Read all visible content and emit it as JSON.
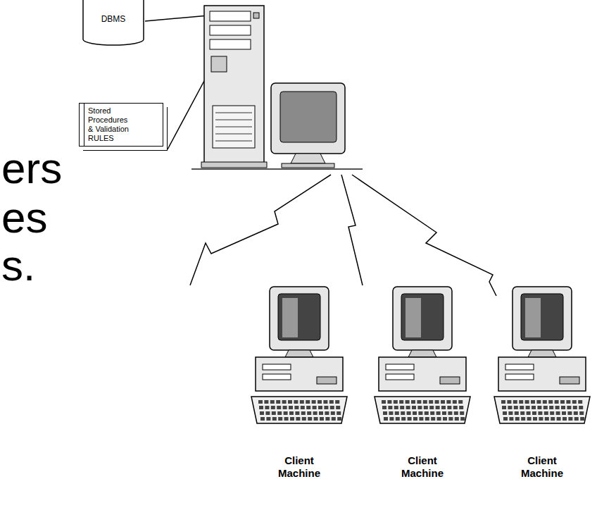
{
  "diagram": {
    "nodes": [
      {
        "text": [
          "DBMS"
        ]
      },
      {
        "text": [
          "Stored Procedures & Validation RULES"
        ]
      },
      {
        "text": [
          "Client Machine"
        ]
      },
      {
        "text": [
          "Client Machine"
        ]
      },
      {
        "text": [
          "Client Machine"
        ]
      }
    ],
    "labels": [
      "ers",
      "es",
      "s."
    ]
  }
}
